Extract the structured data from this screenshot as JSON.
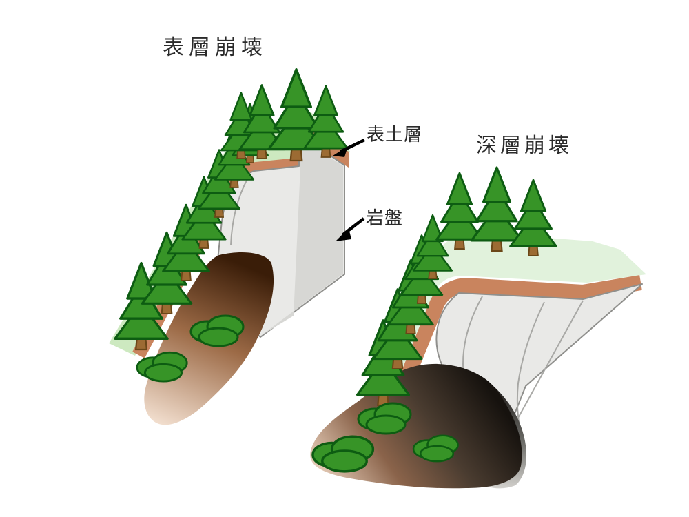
{
  "figure": {
    "title_left": "表層崩壊",
    "title_right": "深層崩壊",
    "annotations": [
      {
        "label": "表土層"
      },
      {
        "label": "岩盤"
      }
    ]
  },
  "colors": {
    "text": "#2b2b2b",
    "arrow": "#000000",
    "vegetation-surface": "#cde9c0",
    "vegetation-surface-light": "#e1f2dc",
    "topsoil": "#c9845e",
    "topsoil-edge": "#a55f38",
    "bedrock-face": "#e9e9e7",
    "bedrock-side": "#d7d7d4",
    "bedrock-outline": "#8f8f8c",
    "bedrock-contour": "#a8a8a5",
    "tree-foliage": "#379427",
    "tree-outline": "#0d5c12",
    "tree-trunk": "#9c6b33",
    "tree-trunk-outline": "#6b4718",
    "debris-dark": "#3a1d08",
    "debris-mid": "#9c6a46",
    "debris-light": "#f6e4d5",
    "deep-dark": "#16120e",
    "deep-mid": "#4a3c30",
    "deep-brown": "#8a634a",
    "deep-light": "#eed6c2",
    "shadow-gray-dark": "#24211e",
    "shadow-gray-mid": "#6a6a66",
    "shadow-gray-light": "#d8d6d2"
  }
}
